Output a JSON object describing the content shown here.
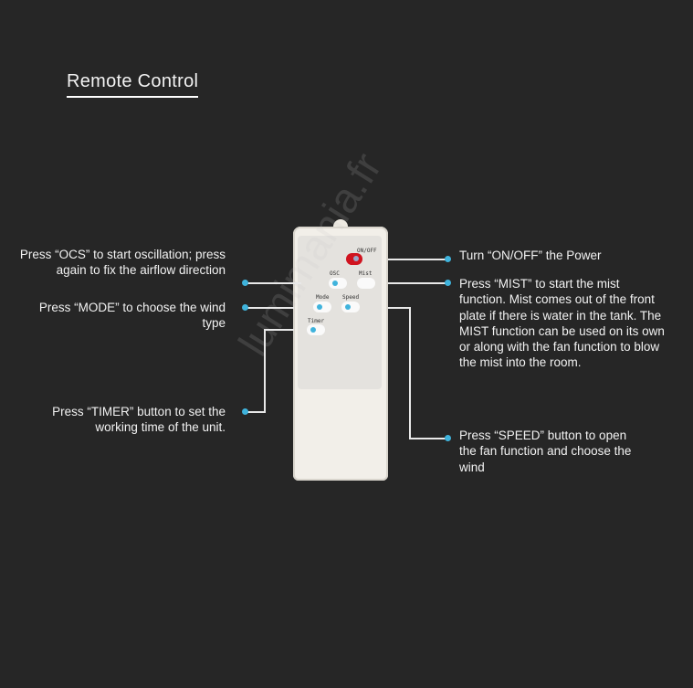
{
  "title": "Remote Control",
  "watermark": "lumimania.fr",
  "remote": {
    "on_off": "ON/OFF",
    "osc": "OSC",
    "mist": "Mist",
    "mode": "Mode",
    "speed": "Speed",
    "timer": "Timer"
  },
  "left": [
    {
      "text": "Press “OCS” to start oscillation; press again to fix the airflow direction"
    },
    {
      "text": "Press “MODE” to choose the wind type"
    },
    {
      "text": "Press “TIMER” button to set the working time of the unit."
    }
  ],
  "right": [
    {
      "text": "Turn “ON/OFF” the Power"
    },
    {
      "text": "Press “MIST” to start the mist function. Mist comes out of the front plate if there is water in the tank. The MIST function can be used on its own or along with the fan function to blow the mist into the room."
    },
    {
      "text": "Press “SPEED” button to open the fan function and choose the wind"
    }
  ],
  "colors": {
    "background": "#262626",
    "accent": "#3fb3dc",
    "power": "#d0131f"
  }
}
